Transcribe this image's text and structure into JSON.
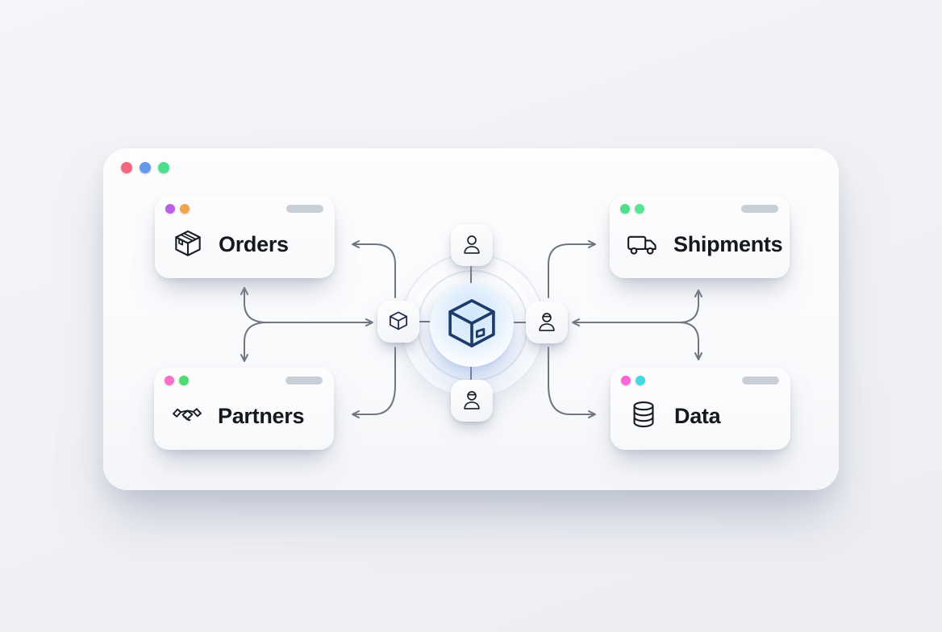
{
  "meta": {
    "background_color": "#eef0f4",
    "panel_color": "#fafbfd",
    "connector_color": "#6f7681",
    "text_color": "#15181e",
    "pill_color": "#c9cfd7"
  },
  "window": {
    "traffic_lights": [
      {
        "name": "red",
        "color": "#f3677c"
      },
      {
        "name": "blue",
        "color": "#6699ec"
      },
      {
        "name": "green",
        "color": "#4cdf8d"
      }
    ]
  },
  "hub": {
    "icon": "cube-icon",
    "icon_color": "#1d3c6b",
    "glow_color": "#cfe6fb",
    "satellites": [
      {
        "position": "top",
        "icon": "user-icon"
      },
      {
        "position": "right",
        "icon": "user-cap-icon"
      },
      {
        "position": "bottom",
        "icon": "user-cap-icon"
      },
      {
        "position": "left",
        "icon": "cube-outline-icon"
      }
    ]
  },
  "cards": [
    {
      "label": "Orders",
      "icon": "package-box-icon",
      "position": "top-left",
      "dot_colors": [
        "#ba5fe8",
        "#f0a44f"
      ]
    },
    {
      "label": "Shipments",
      "icon": "delivery-truck-icon",
      "position": "top-right",
      "dot_colors": [
        "#4fdf8a",
        "#58e494"
      ]
    },
    {
      "label": "Partners",
      "icon": "handshake-icon",
      "position": "bottom-left",
      "dot_colors": [
        "#fa70c8",
        "#50db72"
      ]
    },
    {
      "label": "Data",
      "icon": "database-icon",
      "position": "bottom-right",
      "dot_colors": [
        "#f865d6",
        "#47d9e0"
      ]
    }
  ],
  "edges": [
    {
      "from": "splitter-left",
      "to": "Orders",
      "arrow": "up"
    },
    {
      "from": "splitter-left",
      "to": "Partners",
      "arrow": "down"
    },
    {
      "from": "splitter-left",
      "to": "hub-left-node",
      "arrow": "right"
    },
    {
      "from": "hub-left-node",
      "to": "Orders",
      "arrow": "left"
    },
    {
      "from": "hub-left-node",
      "to": "Partners",
      "arrow": "left"
    },
    {
      "from": "hub-right-node",
      "to": "Shipments",
      "arrow": "right"
    },
    {
      "from": "hub-right-node",
      "to": "Data",
      "arrow": "right"
    },
    {
      "from": "splitter-right",
      "to": "hub-right-node",
      "arrow": "left"
    },
    {
      "from": "splitter-right",
      "to": "Shipments",
      "arrow": "up"
    },
    {
      "from": "splitter-right",
      "to": "Data",
      "arrow": "down"
    }
  ]
}
